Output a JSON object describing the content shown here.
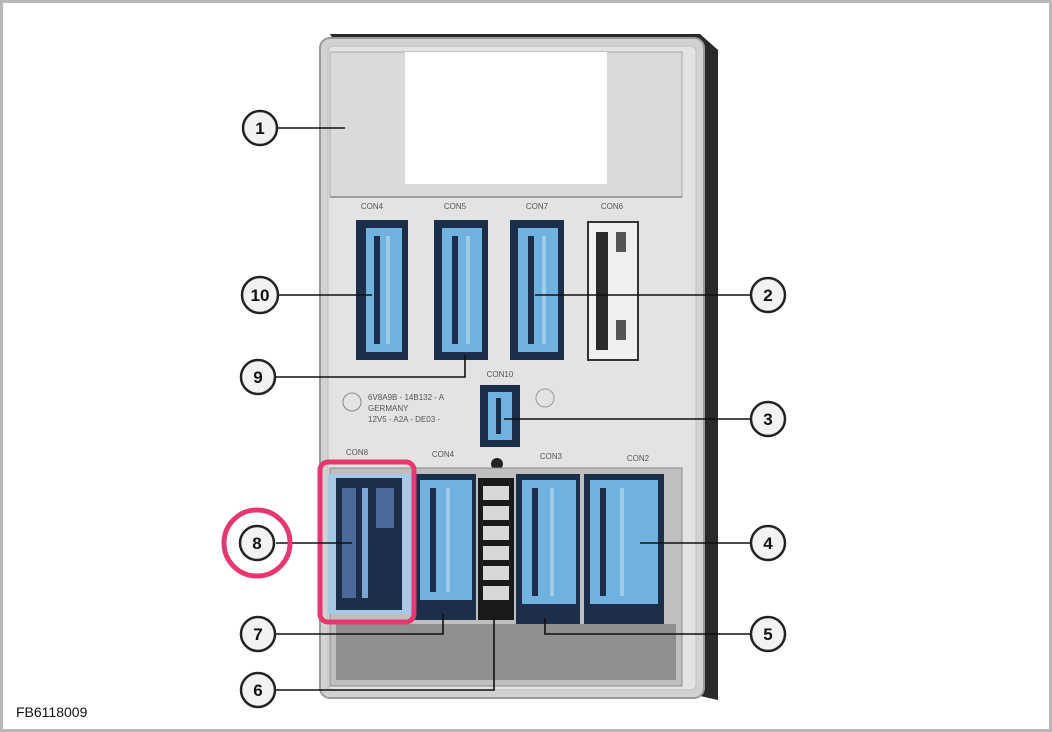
{
  "figure_id": "FB6118009",
  "callouts": [
    {
      "number": "1"
    },
    {
      "number": "2"
    },
    {
      "number": "3"
    },
    {
      "number": "4"
    },
    {
      "number": "5"
    },
    {
      "number": "6"
    },
    {
      "number": "7"
    },
    {
      "number": "8",
      "highlighted": true
    },
    {
      "number": "9"
    },
    {
      "number": "10"
    }
  ],
  "connector_labels": {
    "top": [
      "CON4",
      "CON5",
      "CON7",
      "CON6"
    ],
    "middle": "CON10",
    "bottom": [
      "CON8",
      "CON4",
      "CON3",
      "CON2"
    ]
  },
  "module_text": [
    "6V8A9B - 14B132 - A",
    "GERMANY",
    "12V5 - A2A - DE03 -"
  ],
  "colors": {
    "highlight": "#e6386f",
    "connector_blue": "#6fb2df",
    "connector_dark": "#1c2e4a",
    "housing": "#e2e2e2",
    "frame_border": "#b8b8b8"
  }
}
